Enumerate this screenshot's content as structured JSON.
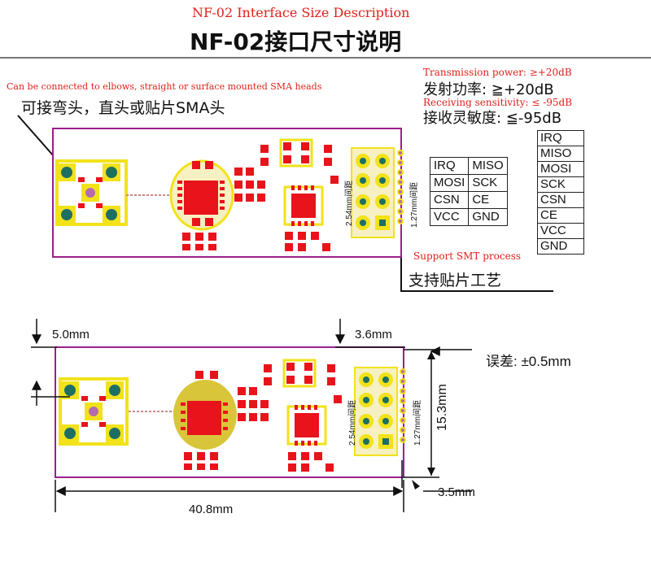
{
  "header": {
    "english_title": "NF-02 Interface Size Description",
    "chinese_title": "NF-02接口尺寸说明"
  },
  "specs": {
    "tx_en": "Transmission power: ≥+20dB",
    "tx_cn": "发射功率: ≧+20dB",
    "rx_en": "Receiving sensitivity: ≤ -95dB",
    "rx_cn": "接收灵敏度: ≦-95dB"
  },
  "sma": {
    "en": "Can be connected to elbows, straight or surface mounted SMA heads",
    "cn": "可接弯头，直头或贴片SMA头"
  },
  "smt": {
    "en": "Support SMT process",
    "cn": "支持贴片工艺"
  },
  "pin_grid": [
    [
      "IRQ",
      "MISO"
    ],
    [
      "MOSI",
      "SCK"
    ],
    [
      "CSN",
      "CE"
    ],
    [
      "VCC",
      "GND"
    ]
  ],
  "pin_list": [
    "IRQ",
    "MISO",
    "MOSI",
    "SCK",
    "CSN",
    "CE",
    "VCC",
    "GND"
  ],
  "pitch_labels": {
    "top_254": "2.54mm间距",
    "top_127": "1.27mm间距",
    "bottom_254": "2.54mm间距",
    "bottom_127": "1.27mm间距"
  },
  "dimensions": {
    "left_offset": "5.0mm",
    "right_offset": "3.6mm",
    "tolerance": "误差: ±0.5mm",
    "height": "15.3mm",
    "width": "40.8mm",
    "pin_offset": "3.5mm"
  },
  "colors": {
    "board_outline": "#9b1f8a",
    "silkscreen": "#f2e21a",
    "pad": "#e8131b",
    "hole": "#1e6f63",
    "label_red": "#e0201b"
  }
}
